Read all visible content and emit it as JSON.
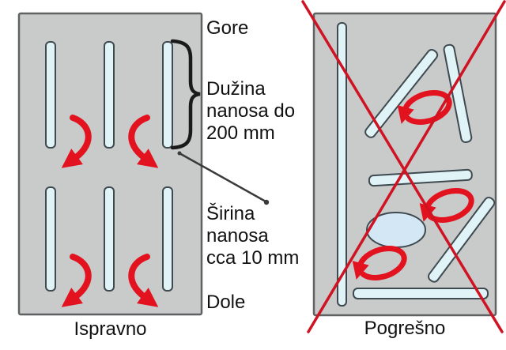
{
  "figure_type": "instructional-diagram",
  "topic": "adhesive-application-pattern",
  "colors": {
    "board_gray": "#c9caca",
    "board_border": "#5f6163",
    "strip_fill": "#e0f3f6",
    "strip_border": "#3e4a50",
    "blob_fill": "#d3e8f4",
    "arrow_red": "#e2131f",
    "cross_red": "#cf1322",
    "annotation_black": "#1a1a1a"
  },
  "icons": {
    "curved_down_arrow": "red curved arrow sweeping downward between strips",
    "rotation_loop_arrow": "red elliptical loop arrow (circular smearing motion)",
    "cross_x": "large red X crossing out the wrong example",
    "brace": "curly brace marking strip length",
    "leader_line": "thin pointer line from strip to width note"
  },
  "left_figure": {
    "caption": "Ispravno",
    "label_top": "Gore",
    "label_bottom": "Dole",
    "length_annotation": {
      "lines": [
        "Dužina",
        "nanosa do",
        "200 mm"
      ]
    },
    "width_annotation": {
      "lines": [
        "Širina",
        "nanosa",
        "cca 10 mm"
      ]
    },
    "strip_rows": 2,
    "strips_per_row": 3
  },
  "right_figure": {
    "caption": "Pogrešno",
    "loop_arrow_count": 3,
    "crossed_out": true
  }
}
